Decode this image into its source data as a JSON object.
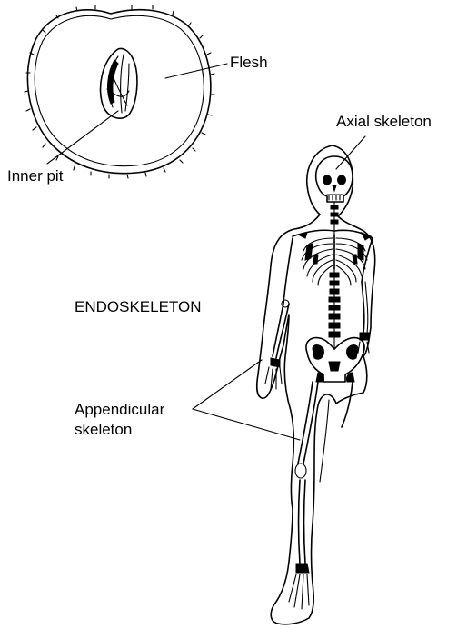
{
  "labels": {
    "flesh": "Flesh",
    "inner_pit": "Inner pit",
    "axial_skeleton": "Axial skeleton",
    "endoskeleton": "ENDOSKELETON",
    "appendicular_line1": "Appendicular",
    "appendicular_line2": "skeleton"
  },
  "colors": {
    "ink": "#000000",
    "background": "#ffffff"
  }
}
